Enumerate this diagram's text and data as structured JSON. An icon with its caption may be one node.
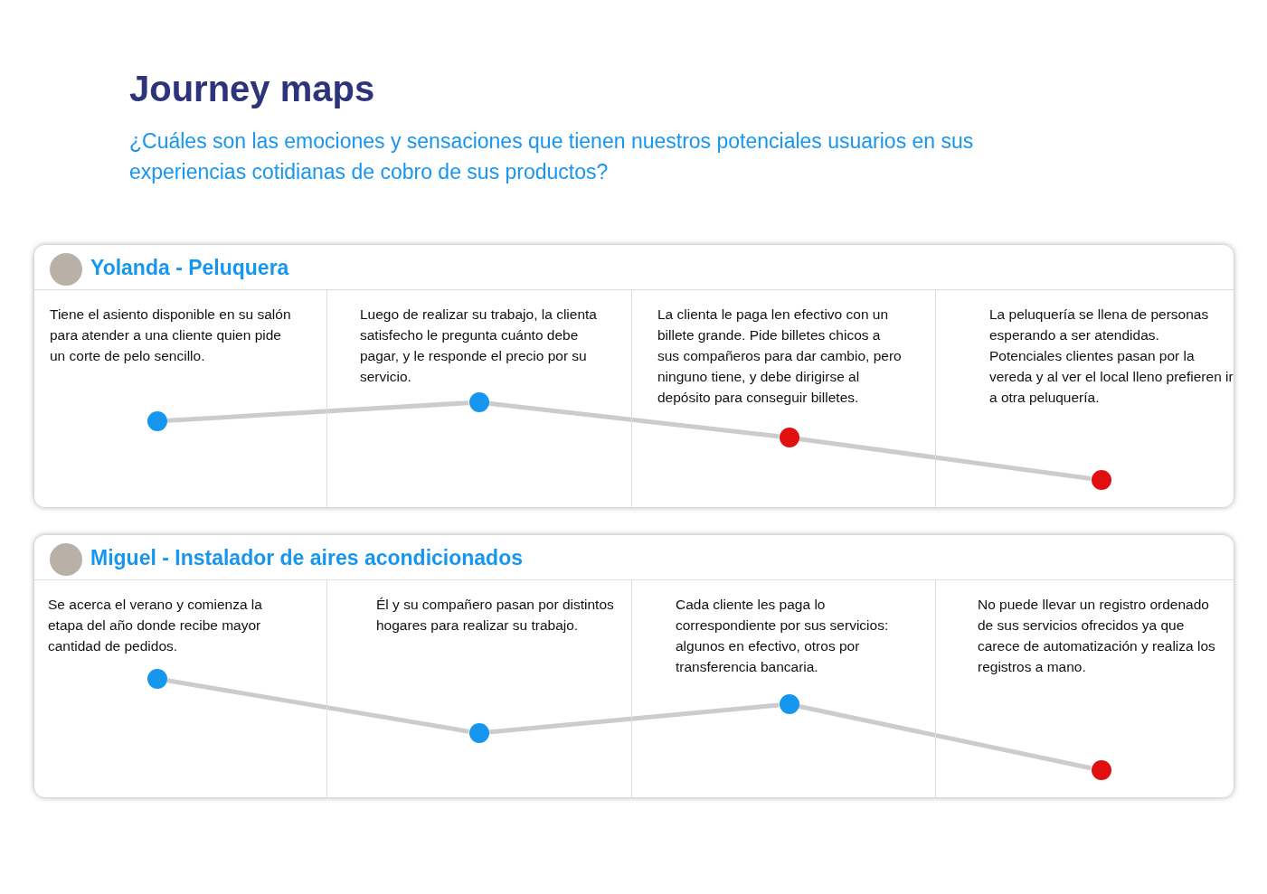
{
  "diagram": {
    "title": "Journey maps",
    "labels": [
      "¿Cuáles son las emociones y sensaciones que tienen nuestros potenciales usuarios en sus experiencias cotidianas de cobro de sus productos?"
    ],
    "nodes": [
      {
        "text": [
          "Yolanda - Peluquera"
        ]
      },
      {
        "text": [
          "Tiene el asiento disponible en su salón para atender a una cliente quien pide un corte de pelo sencillo."
        ],
        "in": 0
      },
      {
        "text": [
          "Luego de realizar su trabajo, la clienta satisfecho le pregunta cuánto debe pagar, y le responde el precio por su servicio."
        ],
        "in": 0
      },
      {
        "text": [
          "La clienta le paga len efectivo con un billete grande. Pide billetes chicos a sus compañeros para dar cambio, pero ninguno tiene, y debe dirigirse al depósito para conseguir billetes."
        ],
        "in": 0
      },
      {
        "text": [
          "La peluquería se llena de personas esperando a ser atendidas. Potenciales clientes pasan por la vereda y al ver el local lleno prefieren ir a otra peluquería."
        ],
        "in": 0
      },
      {
        "text": [],
        "shape": "circle",
        "in": 1
      },
      {
        "text": [],
        "shape": "circle",
        "in": 2
      },
      {
        "text": [],
        "shape": "circle",
        "in": 3
      },
      {
        "text": [],
        "shape": "circle",
        "in": 4
      },
      {
        "text": [
          "Miguel - Instalador de aires acondicionados"
        ]
      },
      {
        "text": [
          "Se acerca el verano y comienza la etapa del año donde recibe mayor cantidad de pedidos."
        ],
        "in": 9
      },
      {
        "text": [
          "Él y su compañero pasan por distintos hogares para realizar su trabajo."
        ],
        "in": 9
      },
      {
        "text": [
          "Cada cliente les paga lo correspondiente por sus servicios: algunos en efectivo, otros por transferencia bancaria."
        ],
        "in": 9
      },
      {
        "text": [
          "No puede llevar un registro ordenado de sus servicios ofrecidos ya que carece de automatización y realiza los registros a mano."
        ],
        "in": 9
      },
      {
        "text": [],
        "shape": "circle",
        "in": 10
      },
      {
        "text": [],
        "shape": "circle",
        "in": 11
      },
      {
        "text": [],
        "shape": "circle",
        "in": 12
      },
      {
        "text": [],
        "shape": "circle",
        "in": 13
      }
    ],
    "edges": [
      {
        "from": 5,
        "to": 6,
        "arrow": "none"
      },
      {
        "from": 6,
        "to": 7,
        "arrow": "none"
      },
      {
        "from": 7,
        "to": 8,
        "arrow": "none"
      },
      {
        "from": 14,
        "to": 15,
        "arrow": "none"
      },
      {
        "from": 15,
        "to": 16,
        "arrow": "none"
      },
      {
        "from": 16,
        "to": 17,
        "arrow": "none"
      }
    ]
  }
}
